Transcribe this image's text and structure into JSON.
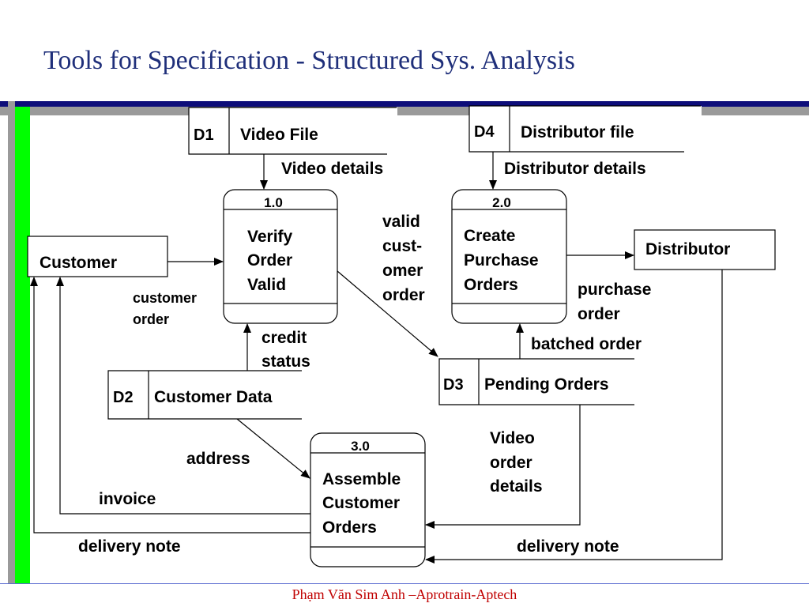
{
  "slide": {
    "title": "Tools for Specification - Structured Sys. Analysis",
    "footer": "Phạm Văn Sim Anh –Aprotrain-Aptech"
  },
  "diagram": {
    "processes": [
      {
        "id": "1.0",
        "lines": [
          "Verify",
          "Order",
          "Valid"
        ]
      },
      {
        "id": "2.0",
        "lines": [
          "Create",
          "Purchase",
          "Orders"
        ]
      },
      {
        "id": "3.0",
        "lines": [
          "Assemble",
          "Customer",
          "Orders"
        ]
      }
    ],
    "stores": [
      {
        "id": "D1",
        "name": "Video File"
      },
      {
        "id": "D4",
        "name": "Distributor file"
      },
      {
        "id": "D3",
        "name": "Pending Orders"
      },
      {
        "id": "D2",
        "name": "Customer Data"
      }
    ],
    "entities": {
      "customer": "Customer",
      "distributor": "Distributor"
    },
    "flows": {
      "video_details": "Video details",
      "distributor_details": "Distributor details",
      "valid_order": [
        "valid",
        "cust-",
        "omer",
        "order"
      ],
      "customer_order": [
        "customer",
        "order"
      ],
      "purchase_order": [
        "purchase",
        "order"
      ],
      "credit_status": [
        "credit",
        "status"
      ],
      "batched_order": "batched order",
      "video_order_details": [
        "Video",
        "order",
        "details"
      ],
      "address": "address",
      "invoice": "invoice",
      "delivery_note_left": "delivery note",
      "delivery_note_right": "delivery note"
    }
  }
}
